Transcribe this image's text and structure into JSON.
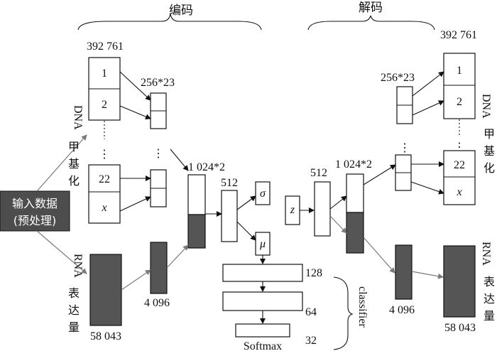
{
  "encoder": {
    "title": "编码",
    "dna_total": "392 761",
    "dna_group_size": "256*23",
    "dna_cells": [
      "1",
      "2",
      "⋮",
      "22",
      "x"
    ],
    "dna_group_dots": "⋮",
    "rna_total": "58 043",
    "rna_hidden": "4 096",
    "concat": "1 024*2",
    "hidden": "512",
    "sigma": "σ",
    "mu": "μ"
  },
  "decoder": {
    "title": "解码",
    "dna_total": "392 761",
    "dna_group_size": "256*23",
    "dna_cells": [
      "1",
      "2",
      "⋮",
      "22",
      "x"
    ],
    "dna_group_dots": "⋮",
    "hidden": "512",
    "concat": "1 024*2",
    "rna_hidden": "4 096",
    "rna_total": "58 043",
    "latent": "z"
  },
  "input": {
    "line1": "输入数据",
    "line2": "(预处理)"
  },
  "side_labels": {
    "dna": [
      "DNA",
      "甲",
      "基",
      "化"
    ],
    "rna": [
      "RNA",
      "表",
      "达",
      "量"
    ]
  },
  "classifier": {
    "label": "classifier",
    "layers": [
      "128",
      "64",
      "32"
    ],
    "softmax": "Softmax"
  },
  "colors": {
    "dark_fill": "#555555",
    "input_fill": "#4d4d4d",
    "gray_arrow": "#7a7a7a"
  }
}
